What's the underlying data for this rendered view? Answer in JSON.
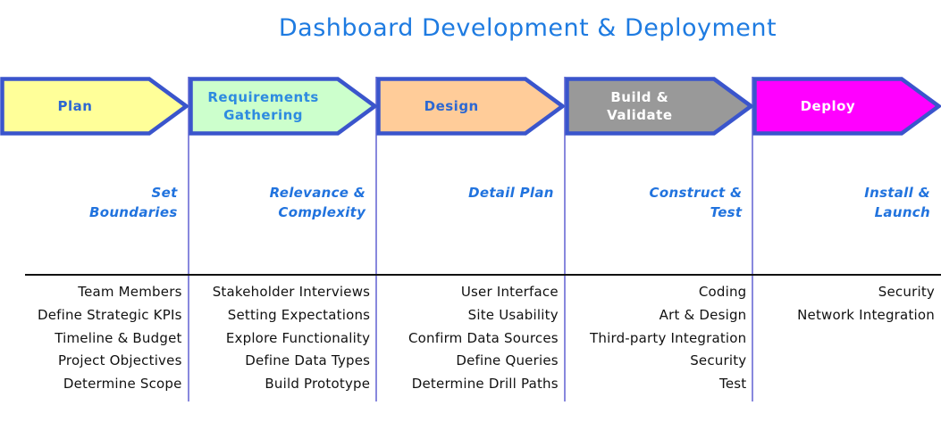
{
  "title": "Dashboard Development & Deployment",
  "colors": {
    "title_blue": "#1E7BE1",
    "arrow_border": "#3A55CC",
    "divider_purple": "#8888DD",
    "subtitle_blue": "#2173DE",
    "item_text": "#111111",
    "separator_black": "#111111"
  },
  "phases": [
    {
      "name": "plan",
      "label_lines": [
        "Plan"
      ],
      "fill": "#FFFF99",
      "label_color": "#2D68D2",
      "subtitle_lines": [
        "Set",
        "Boundaries"
      ],
      "items": [
        "Team Members",
        "Define Strategic KPIs",
        "Timeline & Budget",
        "Project Objectives",
        "Determine Scope"
      ]
    },
    {
      "name": "requirements-gathering",
      "label_lines": [
        "Requirements",
        "Gathering"
      ],
      "fill": "#CCFFCC",
      "label_color": "#2E8BE0",
      "subtitle_lines": [
        "Relevance &",
        "Complexity"
      ],
      "items": [
        "Stakeholder Interviews",
        "Setting Expectations",
        "Explore Functionality",
        "Define Data Types",
        "Build Prototype"
      ]
    },
    {
      "name": "design",
      "label_lines": [
        "Design"
      ],
      "fill": "#FFCC99",
      "label_color": "#2D68D2",
      "subtitle_lines": [
        "Detail Plan"
      ],
      "items": [
        "User Interface",
        "Site Usability",
        "Confirm Data Sources",
        "Define Queries",
        "Determine Drill Paths"
      ]
    },
    {
      "name": "build-validate",
      "label_lines": [
        "Build &",
        "Validate"
      ],
      "fill": "#999999",
      "label_color": "#FFFFFF",
      "subtitle_lines": [
        "Construct &",
        "Test"
      ],
      "items": [
        "Coding",
        "Art & Design",
        "Third-party Integration",
        "Security",
        "Test"
      ]
    },
    {
      "name": "deploy",
      "label_lines": [
        "Deploy"
      ],
      "fill": "#FF00FF",
      "label_color": "#FFFFFF",
      "subtitle_lines": [
        "Install &",
        "Launch"
      ],
      "items": [
        "Security",
        "Network Integration"
      ]
    }
  ]
}
